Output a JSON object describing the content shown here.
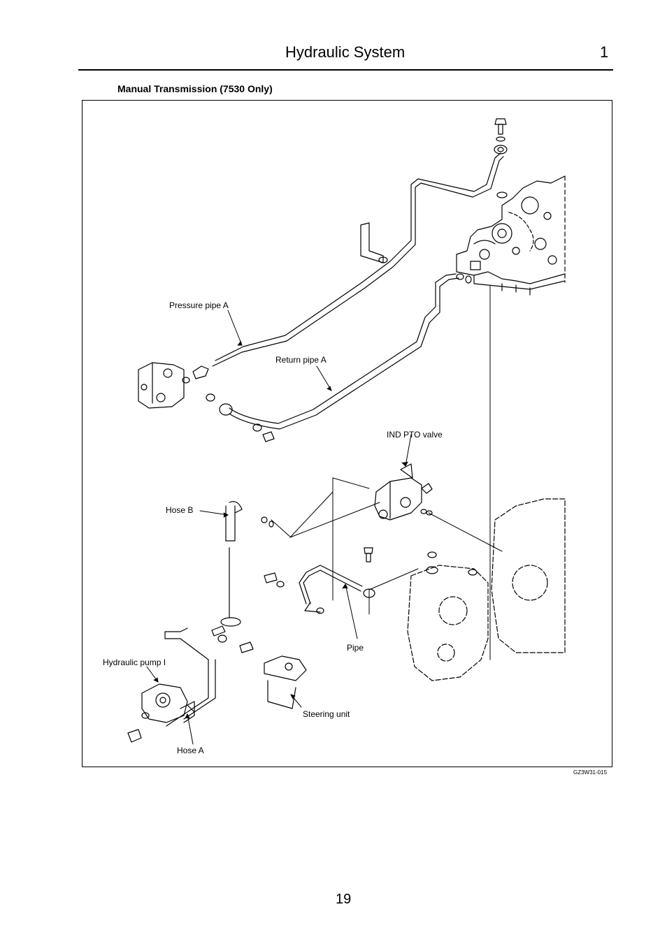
{
  "header": {
    "title": "Hydraulic System",
    "chapter": "1"
  },
  "section": {
    "title": "Manual Transmission (7530 Only)"
  },
  "figure": {
    "labels": {
      "pressure_pipe_a": "Pressure pipe A",
      "return_pipe_a": "Return pipe A",
      "ind_pto_valve": "IND PTO valve",
      "hose_b": "Hose B",
      "pipe": "Pipe",
      "hydraulic_pump": "Hydraulic pump I",
      "steering_unit": "Steering unit",
      "hose_a": "Hose A"
    },
    "code": "GZ3W31-015"
  },
  "footer": {
    "page_number": "19"
  }
}
